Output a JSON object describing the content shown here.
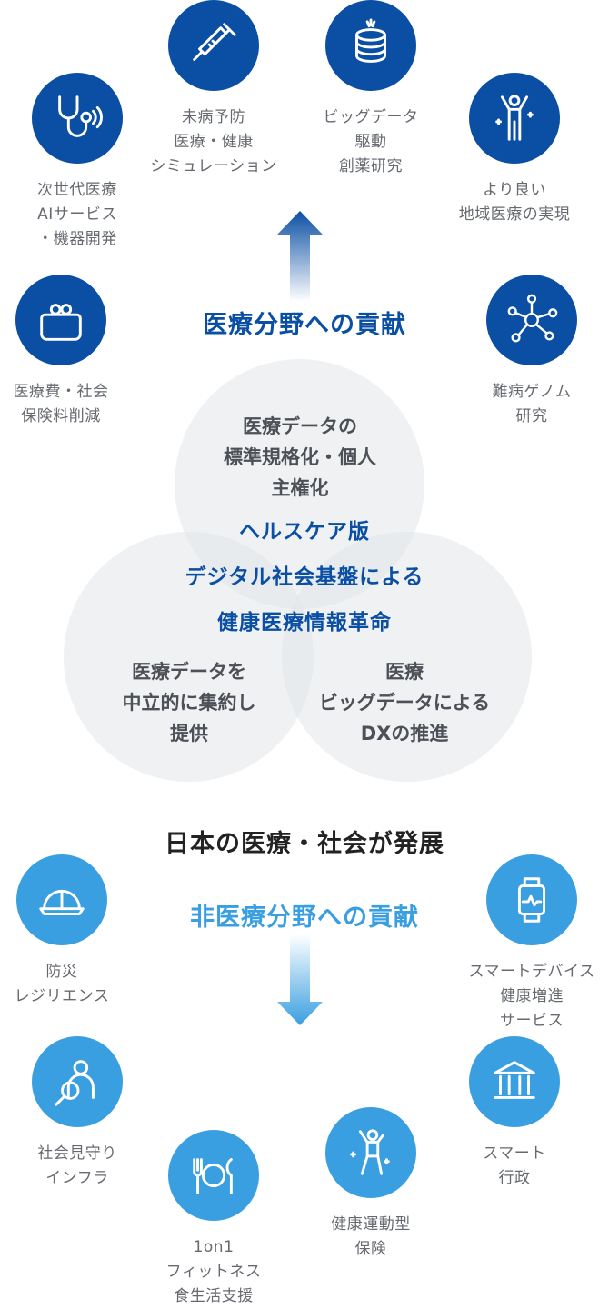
{
  "medical_contribution_label": "医療分野への貢献",
  "non_medical_contribution_label": "非医療分野への貢献",
  "japan_development_label": "日本の医療・社会が発展",
  "center": {
    "title_lines": [
      "ヘルスケア版",
      "デジタル社会基盤による",
      "健康医療情報革命"
    ],
    "circle_top": "医療データの\n標準規格化・個人\n主権化",
    "circle_left": "医療データを\n中立的に集約し\n提供",
    "circle_right": "医療\nビッグデータによる\nDXの推進"
  },
  "medical_items": [
    {
      "label": "次世代医療\nAIサービス\n・機器開発",
      "icon": "stethoscope-icon"
    },
    {
      "label": "未病予防\n医療・健康\nシミュレーション",
      "icon": "syringe-icon"
    },
    {
      "label": "ビッグデータ\n駆動\n創薬研究",
      "icon": "database-icon"
    },
    {
      "label": "より良い\n地域医療の実現",
      "icon": "person-raising-arms-icon"
    },
    {
      "label": "医療費・社会\n保険料削減",
      "icon": "coin-purse-icon"
    },
    {
      "label": "難病ゲノム\n研究",
      "icon": "molecule-network-icon"
    }
  ],
  "non_medical_items": [
    {
      "label": "防災\nレジリエンス",
      "icon": "helmet-icon"
    },
    {
      "label": "スマートデバイス\n健康増進\nサービス",
      "icon": "smartwatch-icon"
    },
    {
      "label": "社会見守り\nインフラ",
      "icon": "person-magnifier-icon"
    },
    {
      "label": "スマート\n行政",
      "icon": "government-building-icon"
    },
    {
      "label": "1on1\nフィットネス\n食生活支援",
      "icon": "plate-cutlery-icon"
    },
    {
      "label": "健康運動型\n保険",
      "icon": "exercising-person-icon"
    }
  ],
  "colors": {
    "medical_blue": "#0a4fa3",
    "non_medical_blue": "#3a9fe0",
    "label_gray": "#666a70",
    "heading_dark": "#222222"
  }
}
